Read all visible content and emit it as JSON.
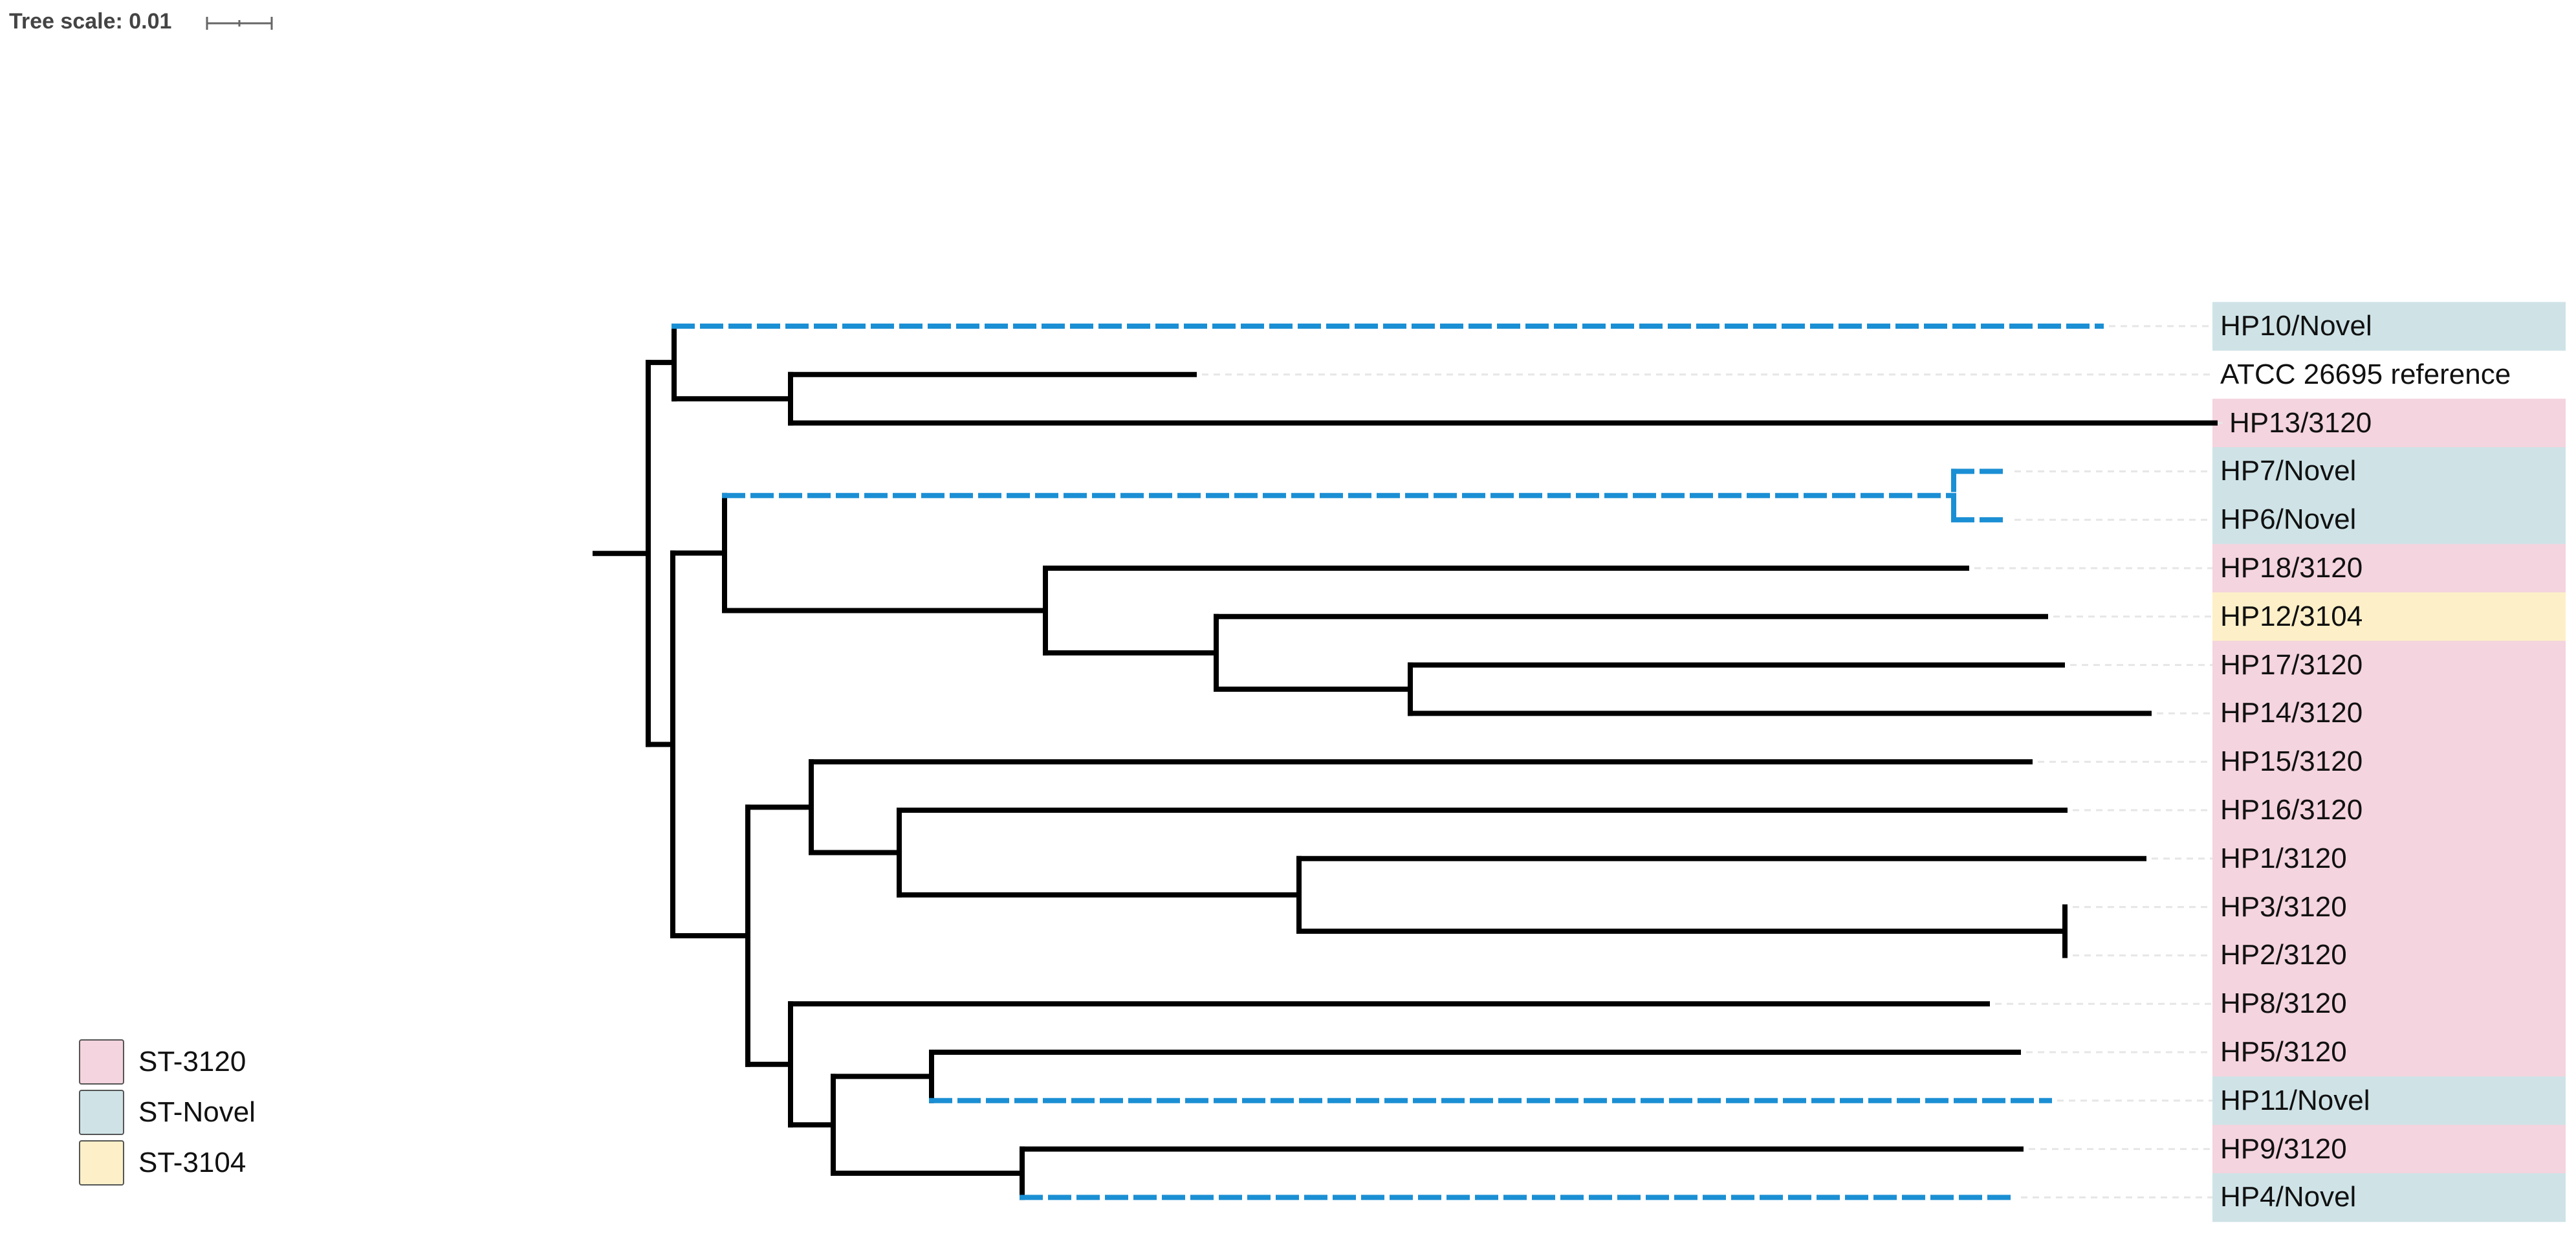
{
  "scale": {
    "label": "Tree scale: 0.01"
  },
  "colors": {
    "ST-3120": "#f4d4de",
    "ST-Novel": "#cfe3e7",
    "ST-3104": "#fdf0c8",
    "branch": "#000000",
    "dashed_branch": "#1b8fd4",
    "guide": "#e6e6e6"
  },
  "legend": [
    {
      "label": "ST-3120",
      "color": "#f4d4de"
    },
    {
      "label": "ST-Novel",
      "color": "#cfe3e7"
    },
    {
      "label": "ST-3104",
      "color": "#fdf0c8"
    }
  ],
  "leaves": [
    {
      "name": "HP10/Novel",
      "group": "ST-Novel"
    },
    {
      "name": "ATCC 26695 reference",
      "group": ""
    },
    {
      "name": "HP13/3120",
      "group": "ST-3120"
    },
    {
      "name": "HP7/Novel",
      "group": "ST-Novel"
    },
    {
      "name": "HP6/Novel",
      "group": "ST-Novel"
    },
    {
      "name": "HP18/3120",
      "group": "ST-3120"
    },
    {
      "name": "HP12/3104",
      "group": "ST-3104"
    },
    {
      "name": "HP17/3120",
      "group": "ST-3120"
    },
    {
      "name": "HP14/3120",
      "group": "ST-3120"
    },
    {
      "name": "HP15/3120",
      "group": "ST-3120"
    },
    {
      "name": "HP16/3120",
      "group": "ST-3120"
    },
    {
      "name": "HP1/3120",
      "group": "ST-3120"
    },
    {
      "name": "HP3/3120",
      "group": "ST-3120"
    },
    {
      "name": "HP2/3120",
      "group": "ST-3120"
    },
    {
      "name": "HP8/3120",
      "group": "ST-3120"
    },
    {
      "name": "HP5/3120",
      "group": "ST-3120"
    },
    {
      "name": "HP11/Novel",
      "group": "ST-Novel"
    },
    {
      "name": "HP9/3120",
      "group": "ST-3120"
    },
    {
      "name": "HP4/Novel",
      "group": "ST-Novel"
    }
  ]
}
